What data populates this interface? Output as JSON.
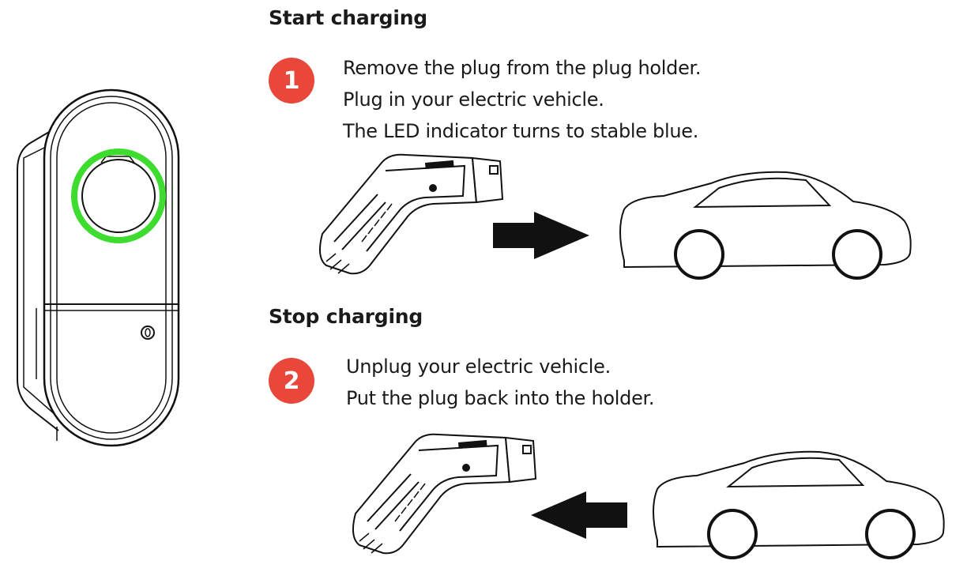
{
  "start": {
    "heading": "Start charging",
    "step_number": "1",
    "lines": [
      "Remove the plug from the plug holder.",
      "Plug in your electric vehicle.",
      "The LED indicator turns to stable blue."
    ]
  },
  "stop": {
    "heading": "Stop charging",
    "step_number": "2",
    "lines": [
      "Unplug your electric vehicle.",
      "Put the plug back into the holder."
    ]
  },
  "colors": {
    "badge": "#e8473a",
    "led_ring": "#3ddc2f",
    "outline": "#111111"
  },
  "icons": {
    "charger": "wallbox-charger-icon",
    "plug": "ev-plug-icon",
    "car": "car-outline-icon",
    "arrow_in": "arrow-right-icon",
    "arrow_out": "arrow-left-icon"
  }
}
